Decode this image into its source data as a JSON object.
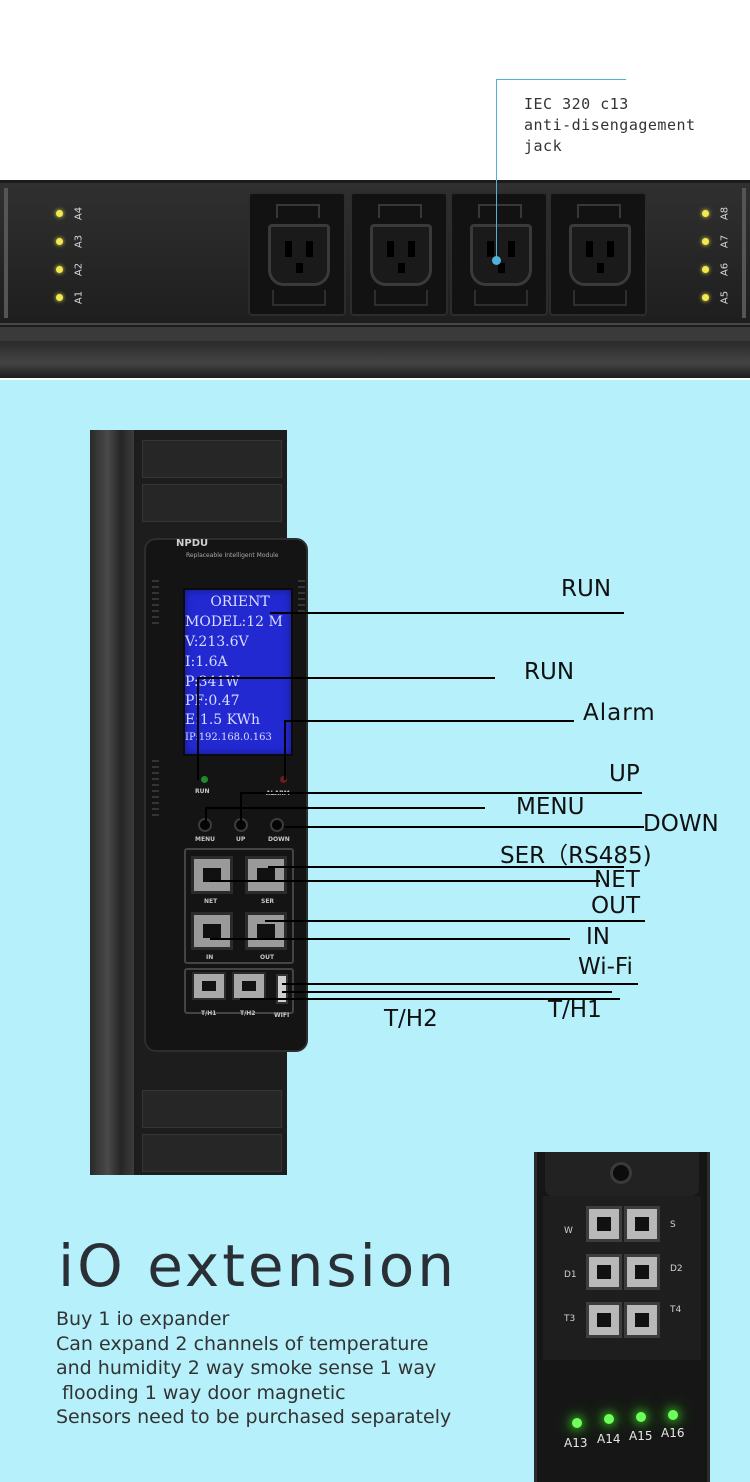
{
  "callout": {
    "line1": "IEC 320 c13",
    "line2": "anti-disengagement",
    "line3": "jack"
  },
  "leds_left": [
    "A4",
    "A3",
    "A2",
    "A1"
  ],
  "leds_right": [
    "A8",
    "A7",
    "A6",
    "A5"
  ],
  "module": {
    "brand": "NPDU",
    "subtitle": "Replaceable Intelligent Module",
    "lcd": [
      "ORIENT",
      "MODEL:12 M",
      "V:213.6V",
      "I:1.6A",
      "P:341W",
      "PF:0.47",
      "E:1.5 KWh",
      "IP:192.168.0.163"
    ],
    "run_label": "RUN",
    "alarm_label": "ALARM",
    "btn_menu": "MENU",
    "btn_up": "UP",
    "btn_down": "DOWN",
    "port_net": "NET",
    "port_ser": "SER",
    "port_in": "IN",
    "port_out": "OUT",
    "port_th1": "T/H1",
    "port_th2": "T/H2",
    "port_wifi": "WIFI"
  },
  "labels": {
    "run_top": "RUN",
    "run_mid": "RUN",
    "alarm": "Alarm",
    "up": "UP",
    "menu": "MENU",
    "down": "DOWN",
    "ser": "SER（RS485)",
    "net": "NET",
    "out": "OUT",
    "in": "IN",
    "wifi": "Wi-Fi",
    "th2": "T/H2",
    "th1": "T/H1"
  },
  "io": {
    "title": "iO extension",
    "desc": [
      "Buy 1 io expander",
      "Can expand 2 channels of temperature",
      "and humidity 2 way smoke sense 1 way",
      " flooding 1 way door magnetic",
      "Sensors need to be purchased separately"
    ],
    "port_labels": [
      "W",
      "S",
      "D1",
      "D2",
      "T3",
      "T4"
    ],
    "led_labels": [
      "A13",
      "A14",
      "A15",
      "A16"
    ]
  },
  "colors": {
    "background": "#b5f0fb",
    "lcd": "#2229d1",
    "led_yellow": "#f2e94e",
    "led_green": "#6dff5a",
    "callout_line": "#4fb3d9"
  }
}
